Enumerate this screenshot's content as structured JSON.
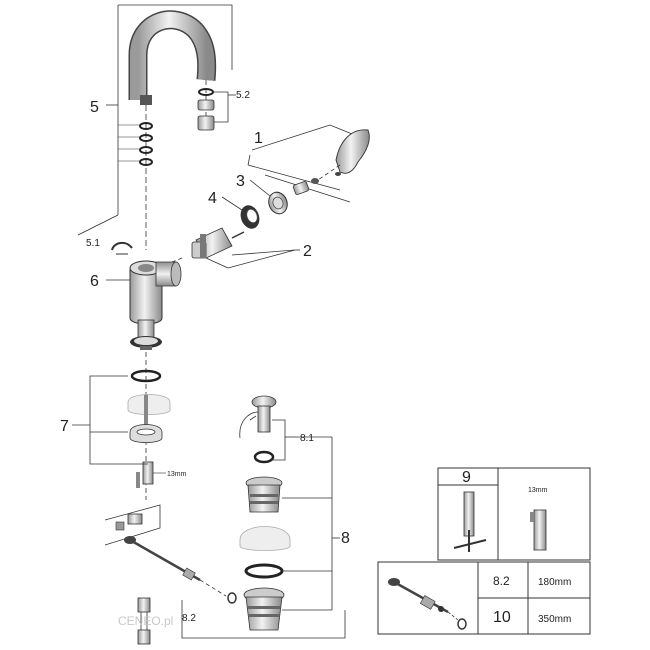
{
  "callouts": {
    "c1": "1",
    "c2": "2",
    "c3": "3",
    "c4": "4",
    "c5": "5",
    "c5_1": "5.1",
    "c5_2": "5.2",
    "c6": "6",
    "c7": "7",
    "c8": "8",
    "c8_1": "8.1",
    "c8_2": "8.2",
    "dim_13mm_small": "13mm"
  },
  "table": {
    "item_9": "9",
    "dim_13mm": "13mm",
    "item_8_2": "8.2",
    "len_8_2": "180mm",
    "item_10": "10",
    "len_10": "350mm"
  },
  "watermark": "CENEO.pl"
}
